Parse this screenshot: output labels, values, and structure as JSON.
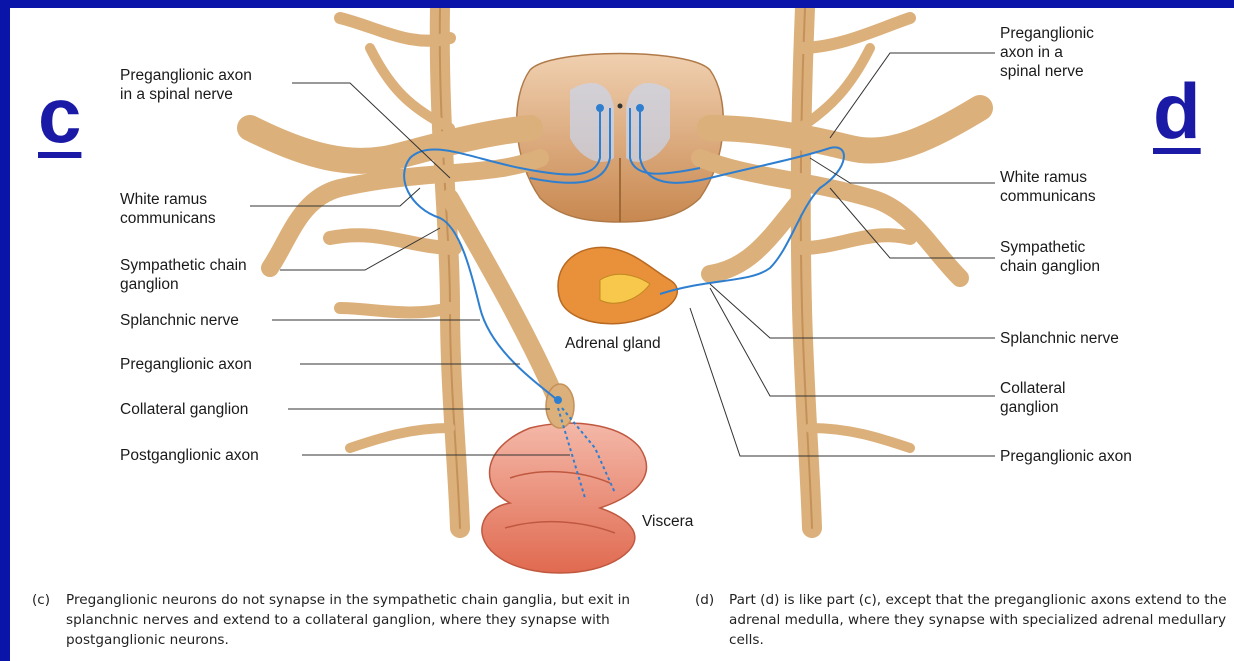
{
  "panels": {
    "left_letter": "c",
    "right_letter": "d"
  },
  "labels_left": {
    "preganglionic_axon_spinal_nerve": [
      "Preganglionic axon",
      "in a spinal nerve"
    ],
    "white_ramus": [
      "White ramus",
      "communicans"
    ],
    "chain_ganglion": [
      "Sympathetic chain",
      "ganglion"
    ],
    "splanchnic_nerve": "Splanchnic nerve",
    "preganglionic_axon": "Preganglionic axon",
    "collateral_ganglion": "Collateral ganglion",
    "postganglionic_axon": "Postganglionic axon"
  },
  "labels_center": {
    "adrenal_gland": "Adrenal gland",
    "viscera": "Viscera"
  },
  "labels_right": {
    "preganglionic_axon_spinal_nerve": [
      "Preganglionic",
      "axon in a",
      "spinal nerve"
    ],
    "white_ramus": [
      "White ramus",
      "communicans"
    ],
    "chain_ganglion": [
      "Sympathetic",
      "chain ganglion"
    ],
    "splanchnic_nerve": "Splanchnic nerve",
    "collateral_ganglion": [
      "Collateral",
      "ganglion"
    ],
    "preganglionic_axon": "Preganglionic axon"
  },
  "captions": {
    "c": {
      "tag": "(c)",
      "text": "Preganglionic neurons do not synapse in the sympathetic chain ganglia, but exit in splanchnic nerves and extend to a collateral ganglion, where they synapse with postganglionic neurons."
    },
    "d": {
      "tag": "(d)",
      "text": "Part (d) is like part (c), except that the preganglionic axons extend to the adrenal medulla, where they synapse with specialized adrenal medullary cells."
    }
  },
  "colors": {
    "background": "#0b14a8",
    "panel_letter": "#1a1aa6",
    "nerve": "#dcb07a",
    "axon": "#2f7fd0",
    "viscera": "#e8836a"
  }
}
